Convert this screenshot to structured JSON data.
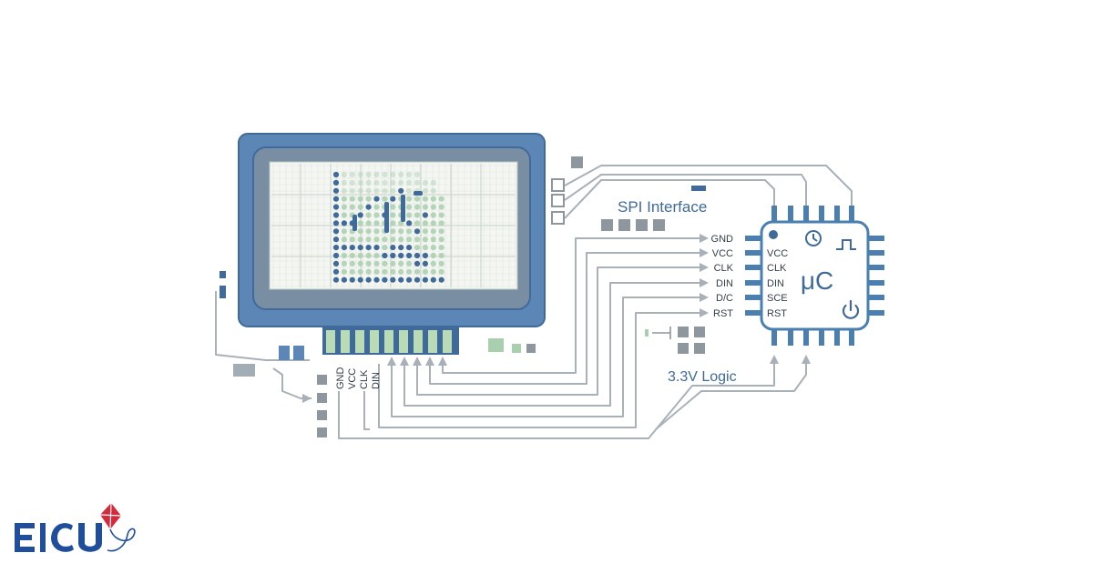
{
  "colors": {
    "frame": "#5b86b5",
    "frame_dark": "#3f6a99",
    "frame_inner": "#7a8ea3",
    "screen_bg": "#f4f6f2",
    "pixel_on": "#3f6a99",
    "pixel_off": "#a9cfae",
    "pin_green": "#b9dcb6",
    "trace": "#a9b1b8",
    "chip_body": "#ffffff",
    "chip_border": "#4a7fb0",
    "text_blue": "#3f6a99",
    "text_dark": "#333d47",
    "pad_gray": "#8e969e",
    "logo_blue": "#1e4e9c",
    "logo_red": "#d42a3c"
  },
  "labels": {
    "spi_interface": "SPI Interface",
    "logic_level": "3.3V Logic",
    "mcu": "μC"
  },
  "display_pins": [
    "GND",
    "VCC",
    "CLK",
    "DIN"
  ],
  "bus_signals": [
    "GND",
    "VCC",
    "CLK",
    "DIN",
    "D/C",
    "RST"
  ],
  "chip_pins": [
    "VCC",
    "CLK",
    "DIN",
    "SCE",
    "RST"
  ],
  "chip_icons": [
    "clock-icon",
    "square-wave-icon",
    "power-icon"
  ],
  "logo": {
    "text": "EICU"
  }
}
